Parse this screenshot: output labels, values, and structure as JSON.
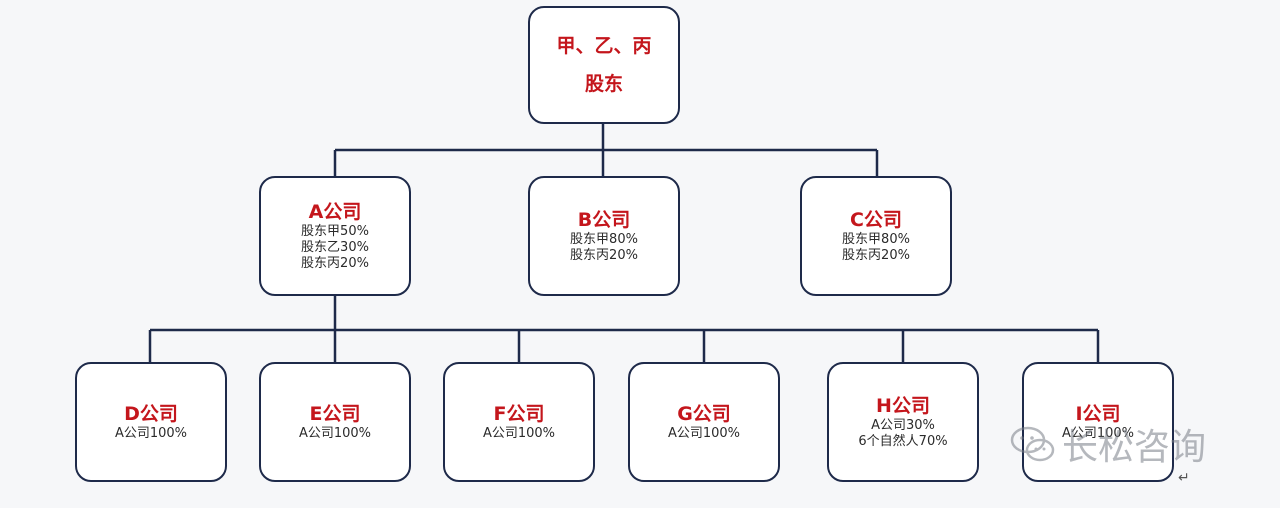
{
  "root": {
    "line1": "甲、乙、丙",
    "line2": "股东"
  },
  "level1": [
    {
      "title": "A公司",
      "details": [
        "股东甲50%",
        "股东乙30%",
        "股东丙20%"
      ]
    },
    {
      "title": "B公司",
      "details": [
        "股东甲80%",
        "股东丙20%"
      ]
    },
    {
      "title": "C公司",
      "details": [
        "股东甲80%",
        "股东丙20%"
      ]
    }
  ],
  "level2": [
    {
      "title": "D公司",
      "details": [
        "A公司100%"
      ]
    },
    {
      "title": "E公司",
      "details": [
        "A公司100%"
      ]
    },
    {
      "title": "F公司",
      "details": [
        "A公司100%"
      ]
    },
    {
      "title": "G公司",
      "details": [
        "A公司100%"
      ]
    },
    {
      "title": "H公司",
      "details": [
        "A公司30%",
        "6个自然人70%"
      ]
    },
    {
      "title": "I公司",
      "details": [
        "A公司100%"
      ]
    }
  ],
  "watermark": {
    "text": "长松咨询",
    "icon": "wechat-bubbles-icon"
  },
  "colors": {
    "title_red": "#c4161c",
    "border_navy": "#1e2a4a"
  }
}
